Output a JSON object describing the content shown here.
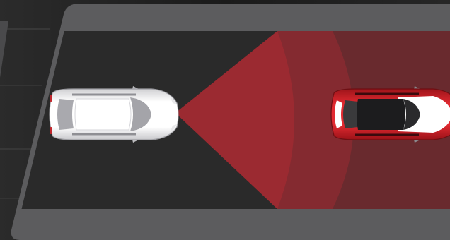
{
  "scene": {
    "subject": "forward-collision-sensor-illustration",
    "colors": {
      "background": "#1a1a1a",
      "road_surface": "#2a2a2a",
      "road_shoulder": "#5c5c5e",
      "sensor_near": "#9b2a31",
      "sensor_mid": "#842a30",
      "sensor_far": "#692a2e",
      "host_car_body": "#f2f2f2",
      "lead_car_body": "#d9242c"
    },
    "icons": {
      "host_vehicle": "white-sedan-topdown",
      "lead_vehicle": "red-sedan-topdown",
      "sensor_cone": "radar-beam"
    }
  }
}
